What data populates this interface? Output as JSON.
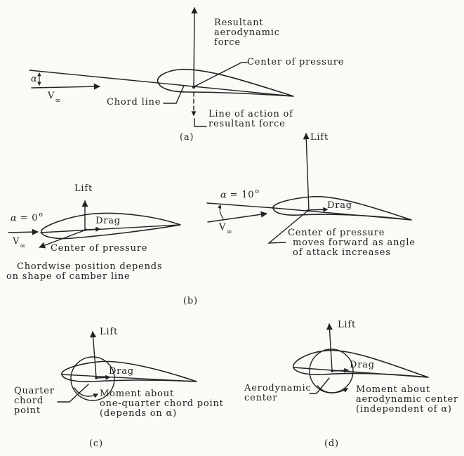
{
  "colors": {
    "ink": "#1e1e1e",
    "paper": "#fbfaf7"
  },
  "a": {
    "resultant": [
      "Resultant",
      "aerodynamic",
      "force"
    ],
    "cop": "Center of pressure",
    "chord": "Chord line",
    "line_of_action": [
      "Line of action of",
      "resultant force"
    ],
    "alpha_sym": "α",
    "v": "V",
    "inf": "∞",
    "label": "(a)"
  },
  "b_left": {
    "lift": "Lift",
    "drag": "Drag",
    "alpha_sym": "α",
    "alpha_eq": "= 0",
    "deg": "o",
    "v": "V",
    "inf": "∞",
    "cop": "Center of pressure",
    "caption": [
      "Chordwise position depends",
      "on shape of camber line"
    ]
  },
  "b_label": "(b)",
  "b_right": {
    "lift": "Lift",
    "drag": "Drag",
    "alpha_sym": "α",
    "alpha_eq": "= 10",
    "deg": "o",
    "v": "V",
    "inf": "∞",
    "cop": [
      "Center of pressure",
      "moves forward as angle",
      "of attack increases"
    ]
  },
  "c": {
    "lift": "Lift",
    "drag": "Drag",
    "point": [
      "Quarter",
      "chord",
      "point"
    ],
    "moment": [
      "Moment about",
      "one-quarter chord point",
      "(depends on α)"
    ],
    "label": "(c)"
  },
  "d": {
    "lift": "Lift",
    "drag": "Drag",
    "center": [
      "Aerodynamic",
      "center"
    ],
    "moment": [
      "Moment about",
      "aerodynamic center",
      "(independent of α)"
    ],
    "label": "(d)"
  }
}
